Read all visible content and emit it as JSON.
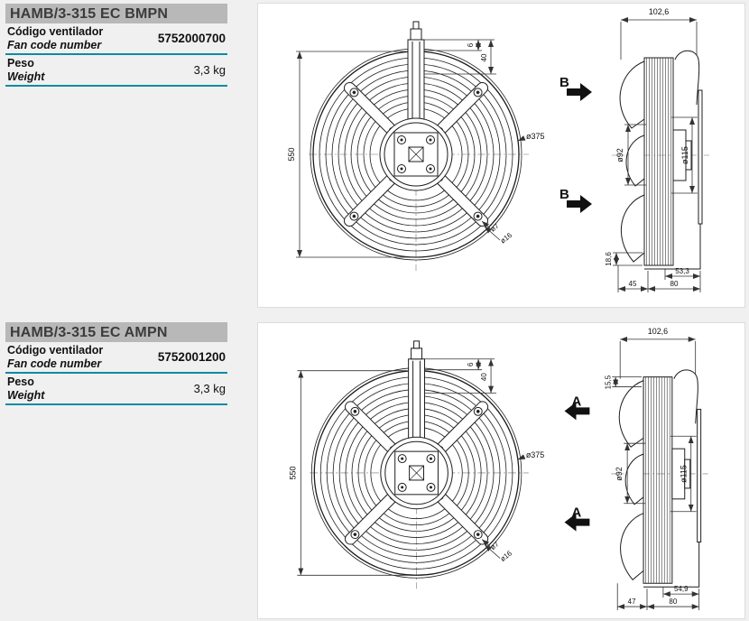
{
  "colors": {
    "accent_teal": "#0e8ba3",
    "title_bar_bg": "#b8b8b8",
    "title_text": "#3b3b3b",
    "drawing_line": "#1c1c1c",
    "page_bg": "#f0f0f0"
  },
  "sections": [
    {
      "title": "HAMB/3-315 EC BMPN",
      "rows": [
        {
          "label_es": "Código ventilador",
          "label_en": "Fan code number",
          "value": "5752000700"
        },
        {
          "label_es": "Peso",
          "label_en": "Weight",
          "value": "3,3 kg"
        }
      ],
      "front": {
        "height": "550",
        "offset_small": "6",
        "offset_large": "40",
        "guard_diameter": "ø375",
        "hole_diameter": "ø7",
        "washer_diameter": "ø16"
      },
      "side": {
        "depth": "102,6",
        "hub_diameter": "ø92",
        "motor_diameter": "ø115",
        "blade_offset": "18,6",
        "foot_offset": "53,3",
        "front_depth": "45",
        "back_depth": "80",
        "airflow_label": "B"
      }
    },
    {
      "title": "HAMB/3-315 EC AMPN",
      "rows": [
        {
          "label_es": "Código ventilador",
          "label_en": "Fan code number",
          "value": "5752001200"
        },
        {
          "label_es": "Peso",
          "label_en": "Weight",
          "value": "3,3 kg"
        }
      ],
      "front": {
        "height": "550",
        "offset_small": "6",
        "offset_large": "40",
        "guard_diameter": "ø375",
        "hole_diameter": "ø7",
        "washer_diameter": "ø16"
      },
      "side": {
        "depth": "102,6",
        "top_offset": "15,5",
        "hub_diameter": "ø92",
        "motor_diameter": "ø115",
        "foot_offset": "54,9",
        "front_depth": "47",
        "back_depth": "80",
        "airflow_label": "A"
      }
    }
  ]
}
